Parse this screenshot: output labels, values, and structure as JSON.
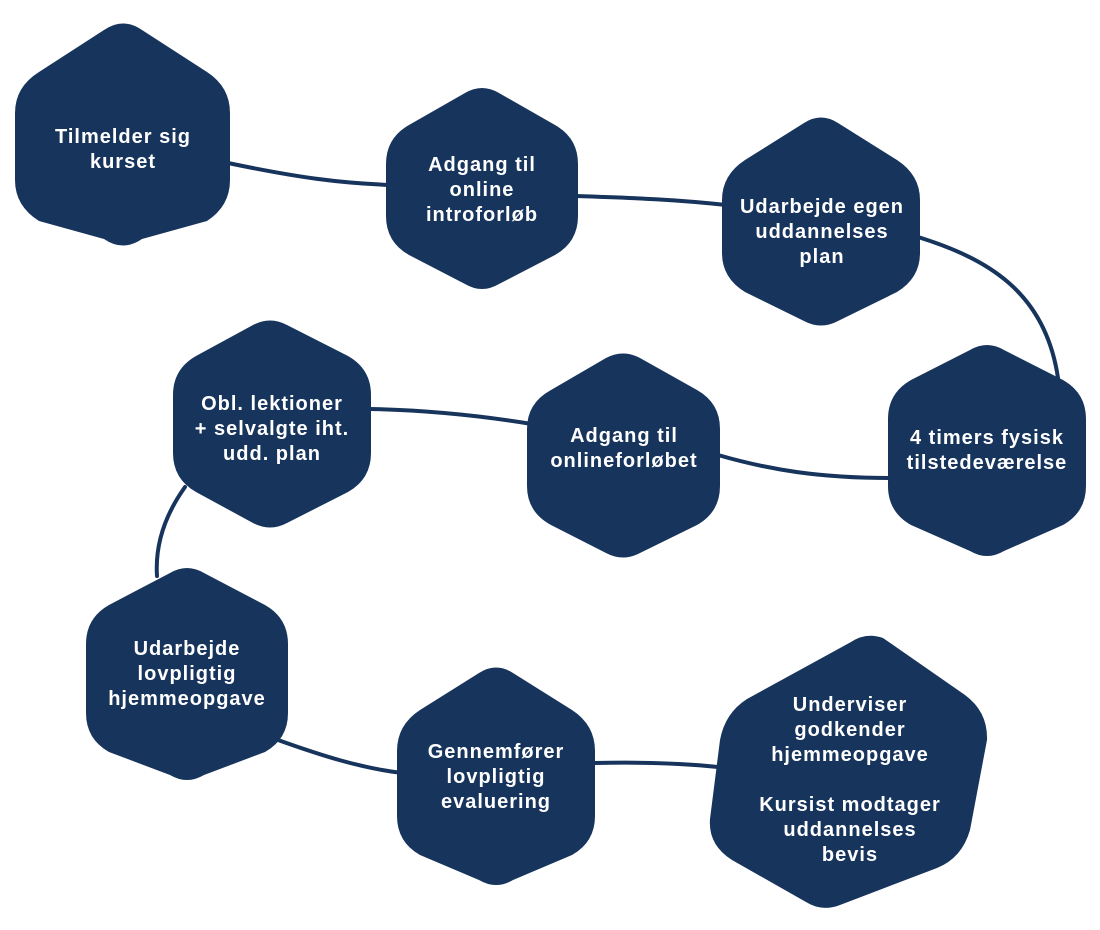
{
  "colors": {
    "node_fill": "#17345c",
    "connector": "#17345c",
    "label_text": "#ffffff",
    "background": "#ffffff"
  },
  "steps": [
    {
      "id": "step-1",
      "label": "Tilmelder sig\nkurset"
    },
    {
      "id": "step-2",
      "label": "Adgang til\nonline\nintroforløb"
    },
    {
      "id": "step-3",
      "label": "Udarbejde egen\nuddannelses\nplan"
    },
    {
      "id": "step-4",
      "label": "4 timers fysisk\ntilstedeværelse"
    },
    {
      "id": "step-5",
      "label": "Adgang til\nonlineforløbet"
    },
    {
      "id": "step-6",
      "label": "Obl. lektioner\n+ selvalgte iht.\nudd. plan"
    },
    {
      "id": "step-7",
      "label": "Udarbejde\nlovpligtig\nhjemmeopgave"
    },
    {
      "id": "step-8",
      "label": "Gennemfører\nlovpligtig\nevaluering"
    },
    {
      "id": "step-9",
      "label": "Underviser\ngodkender\nhjemmeopgave\n\nKursist modtager\nuddannelses\nbevis"
    }
  ]
}
